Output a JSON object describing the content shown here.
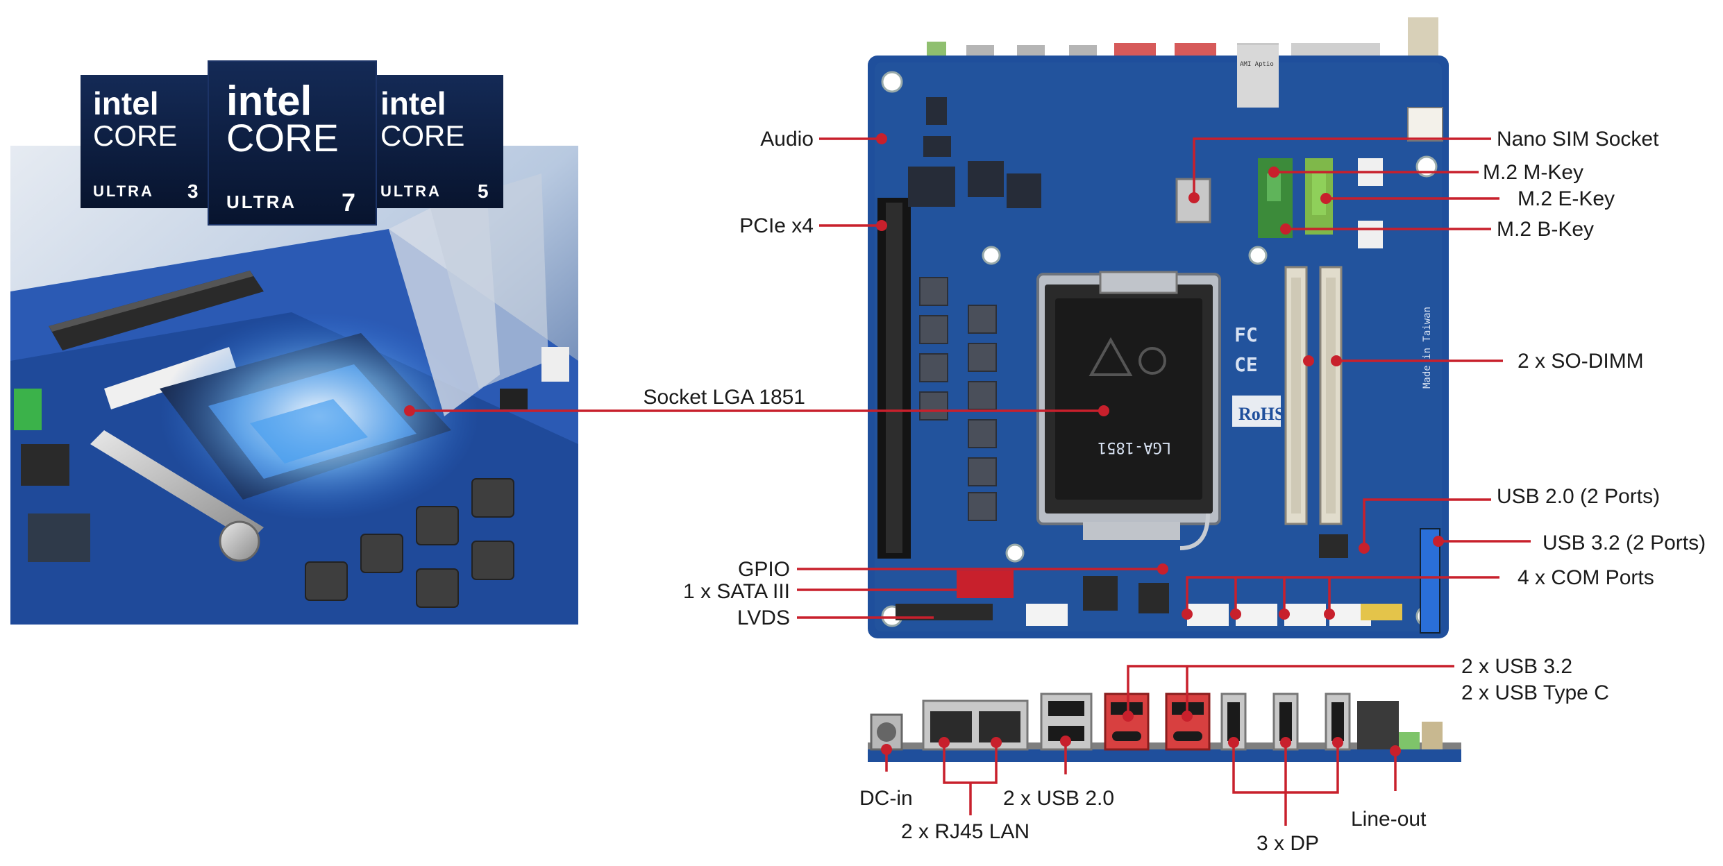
{
  "badges": [
    {
      "brand": "intel",
      "line": "CORE",
      "tier": "ULTRA",
      "number": "3"
    },
    {
      "brand": "intel",
      "line": "CORE",
      "tier": "ULTRA",
      "number": "7"
    },
    {
      "brand": "intel",
      "line": "CORE",
      "tier": "ULTRA",
      "number": "5"
    }
  ],
  "silkscreen": {
    "fc": "FC",
    "ce": "CE",
    "rohs": "RoHS",
    "socket": "LGA-1851",
    "made_in": "Made in Taiwan",
    "ami": "AMI Aptio"
  },
  "labels": {
    "audio": "Audio",
    "pcie": "PCIe x4",
    "socket": "Socket LGA 1851",
    "gpio": "GPIO",
    "sata": "1 x SATA III",
    "lvds": "LVDS",
    "nano_sim": "Nano SIM Socket",
    "m2_m": "M.2 M-Key",
    "m2_e": "M.2 E-Key",
    "m2_b": "M.2 B-Key",
    "sodimm": "2 x SO-DIMM",
    "usb20_ports": "USB 2.0 (2 Ports)",
    "usb32_ports": "USB 3.2 (2 Ports)",
    "com": "4 x COM Ports",
    "usb32_rear": "2 x USB 3.2",
    "usbc": "2 x USB Type C",
    "dc_in": "DC-in",
    "usb20_rear": "2 x USB 2.0",
    "rj45": "2 x RJ45 LAN",
    "dp": "3 x DP",
    "line_out": "Line-out"
  },
  "colors": {
    "callout": "#c8202c",
    "pcb": "#1f4f9c",
    "badge": "#0d1c3e",
    "text": "#1a1a1a"
  }
}
